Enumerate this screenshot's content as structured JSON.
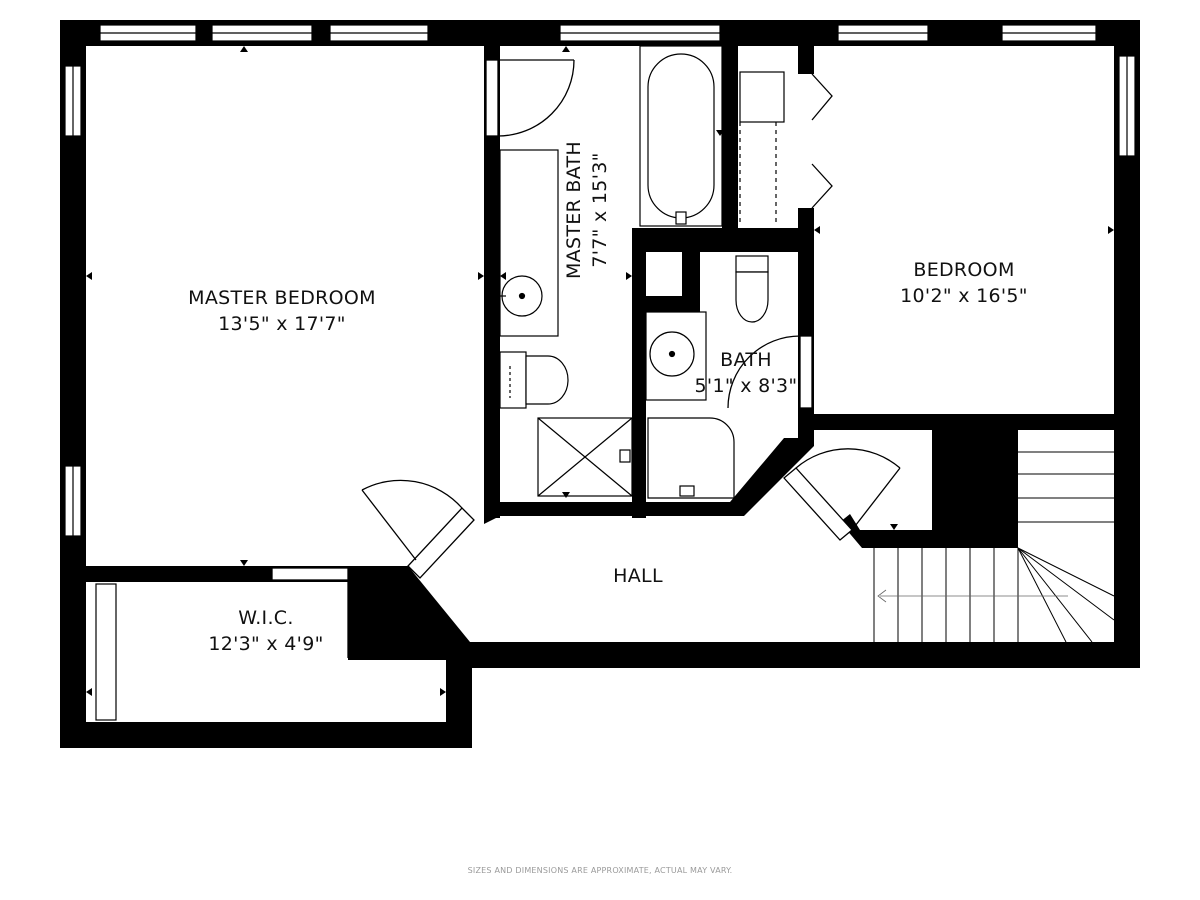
{
  "rooms": {
    "master_bedroom": {
      "name": "MASTER BEDROOM",
      "dims": "13'5\" x 17'7\""
    },
    "master_bath": {
      "name": "MASTER BATH",
      "dims": "7'7\" x 15'3\""
    },
    "bedroom": {
      "name": "BEDROOM",
      "dims": "10'2\" x 16'5\""
    },
    "bath": {
      "name": "BATH",
      "dims": "5'1\" x 8'3\""
    },
    "wic": {
      "name": "W.I.C.",
      "dims": "12'3\" x 4'9\""
    },
    "hall": {
      "name": "HALL"
    }
  },
  "disclaimer": "SIZES AND DIMENSIONS ARE APPROXIMATE, ACTUAL MAY VARY.",
  "colors": {
    "wall": "#000000",
    "fixture": "#333333",
    "background": "#ffffff"
  }
}
